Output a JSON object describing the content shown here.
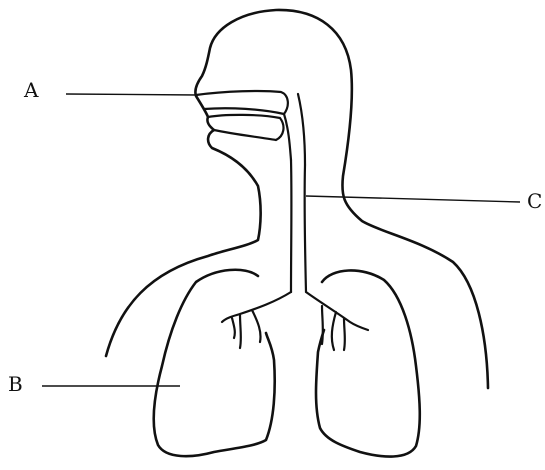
{
  "diagram": {
    "labels": {
      "a": "A",
      "b": "B",
      "c": "C"
    }
  },
  "colors": {
    "ink": "#111111",
    "background": "#ffffff"
  }
}
